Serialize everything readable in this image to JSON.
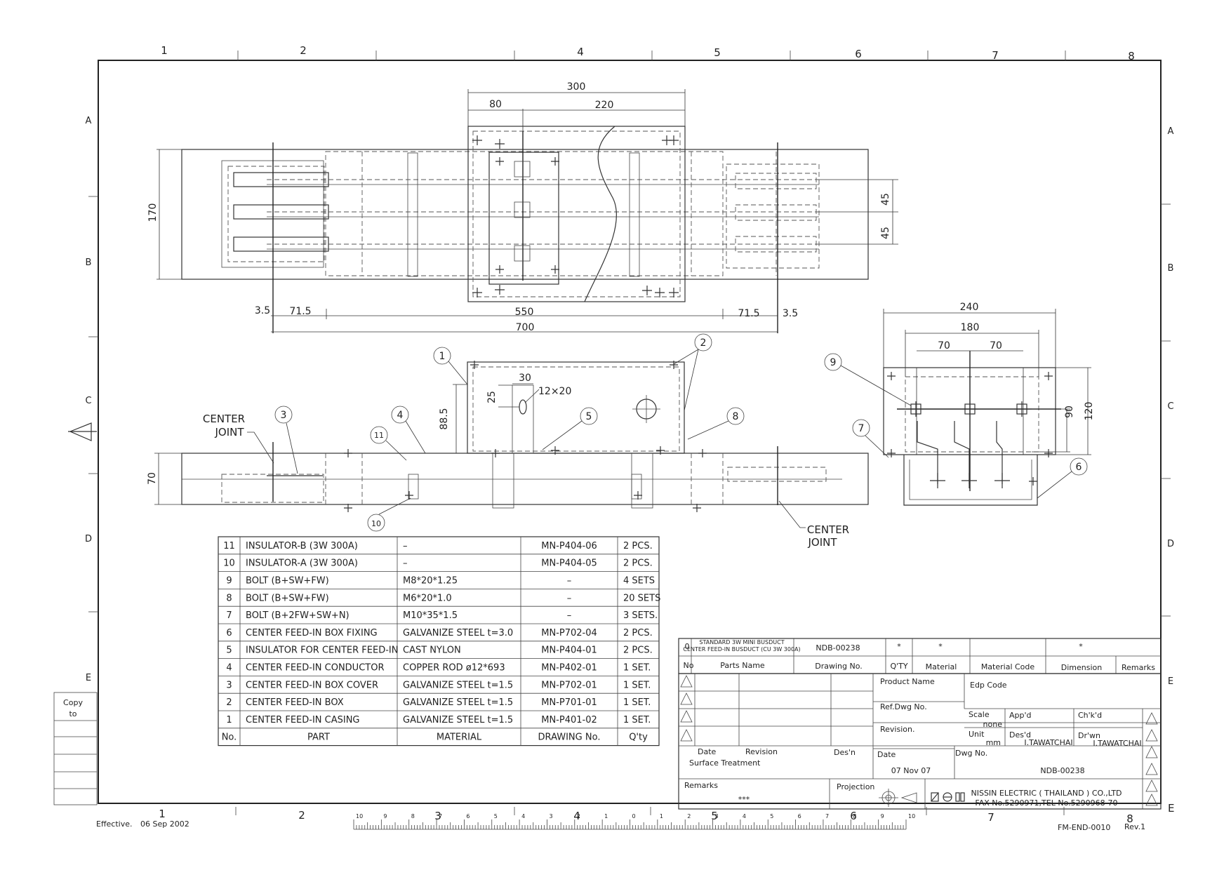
{
  "grid": {
    "columns": [
      "1",
      "2",
      "3",
      "4",
      "5",
      "6",
      "7",
      "8"
    ],
    "column_labels": [
      "1",
      "2",
      "4",
      "5",
      "6",
      "7",
      "8"
    ],
    "rows": [
      "A",
      "B",
      "C",
      "D",
      "E"
    ]
  },
  "top_view": {
    "dims": {
      "width_300": "300",
      "width_80": "80",
      "width_220": "220",
      "height_170": "170",
      "pitch_45a": "45",
      "pitch_45b": "45",
      "left_3_5": "3.5",
      "left_71_5": "71.5",
      "center_550": "550",
      "right_71_5": "71.5",
      "right_3_5": "3.5",
      "overall_700": "700"
    }
  },
  "side_view": {
    "dims": {
      "height_70": "70",
      "height_88_5": "88.5",
      "slot_30": "30",
      "slot_25": "25",
      "slot_size": "12×20"
    },
    "labels": {
      "center_joint_left_line1": "CENTER",
      "center_joint_left_line2": "JOINT",
      "center_joint_right_line1": "CENTER",
      "center_joint_right_line2": "JOINT"
    },
    "balloons": [
      "1",
      "2",
      "3",
      "4",
      "5",
      "8",
      "10",
      "11"
    ]
  },
  "end_view": {
    "dims": {
      "width_240": "240",
      "width_180": "180",
      "pitch_70a": "70",
      "pitch_70b": "70",
      "height_90": "90",
      "height_120": "120"
    },
    "balloons": [
      "6",
      "7",
      "9"
    ]
  },
  "parts_table": {
    "headers": [
      "No.",
      "PART",
      "MATERIAL",
      "DRAWING No.",
      "Q'ty"
    ],
    "rows": [
      {
        "no": "11",
        "part": "INSULATOR-B (3W 300A)",
        "material": "–",
        "drawing": "MN-P404-06",
        "qty": "2 PCS."
      },
      {
        "no": "10",
        "part": "INSULATOR-A (3W 300A)",
        "material": "–",
        "drawing": "MN-P404-05",
        "qty": "2 PCS."
      },
      {
        "no": "9",
        "part": "BOLT (B+SW+FW)",
        "material": "M8*20*1.25",
        "drawing": "–",
        "qty": "4 SETS"
      },
      {
        "no": "8",
        "part": "BOLT (B+SW+FW)",
        "material": "M6*20*1.0",
        "drawing": "–",
        "qty": "20 SETS"
      },
      {
        "no": "7",
        "part": "BOLT (B+2FW+SW+N)",
        "material": "M10*35*1.5",
        "drawing": "–",
        "qty": "3 SETS."
      },
      {
        "no": "6",
        "part": "CENTER FEED-IN BOX FIXING",
        "material": "GALVANIZE STEEL t=3.0",
        "drawing": "MN-P702-04",
        "qty": "2 PCS."
      },
      {
        "no": "5",
        "part": "INSULATOR FOR CENTER FEED-IN",
        "material": "CAST NYLON",
        "drawing": "MN-P404-01",
        "qty": "2 PCS."
      },
      {
        "no": "4",
        "part": "CENTER FEED-IN CONDUCTOR",
        "material": "COPPER ROD ø12*693",
        "drawing": "MN-P402-01",
        "qty": "1 SET."
      },
      {
        "no": "3",
        "part": "CENTER FEED-IN BOX COVER",
        "material": "GALVANIZE STEEL t=1.5",
        "drawing": "MN-P702-01",
        "qty": "1 SET."
      },
      {
        "no": "2",
        "part": "CENTER FEED-IN BOX",
        "material": "GALVANIZE STEEL t=1.5",
        "drawing": "MN-P701-01",
        "qty": "1 SET."
      },
      {
        "no": "1",
        "part": "CENTER FEED-IN CASING",
        "material": "GALVANIZE STEEL t=1.5",
        "drawing": "MN-P401-02",
        "qty": "1 SET."
      }
    ]
  },
  "title_block": {
    "item_no": "0",
    "parts_name_line1": "STANDARD 3W MINI BUSDUCT",
    "parts_name_line2": "CENTER FEED-IN BUSDUCT (CU 3W 300A)",
    "drawing_no_value": "NDB-00238",
    "qty_value": "*",
    "material_value": "*",
    "dimension_value": "*",
    "h_no": "No",
    "h_parts_name": "Parts Name",
    "h_drawing_no": "Drawing No.",
    "h_qty": "Q'TY",
    "h_material": "Material",
    "h_material_code": "Material Code",
    "h_dimension": "Dimension",
    "h_remarks": "Remarks",
    "product_name": "Product Name",
    "edp_code": "Edp Code",
    "ref_dwg_no": "Ref.Dwg No.",
    "revision": "Revision.",
    "scale": "Scale",
    "scale_value": "none",
    "unit": "Unit",
    "unit_value": "mm",
    "appd": "App'd",
    "chkd": "Ch'k'd",
    "desd": "Des'd",
    "desd_value": "I.TAWATCHAI",
    "drwn": "Dr'wn",
    "drwn_value": "I.TAWATCHAI",
    "date": "Date",
    "date_value": "07 Nov 07",
    "dwg_no": "Dwg No.",
    "dwg_no_value": "NDB-00238",
    "rev_date": "Date",
    "rev_revision": "Revision",
    "rev_desn": "Des'n",
    "surface_treatment": "Surface Treatment",
    "remarks": "Remarks",
    "remarks_value": "***",
    "projection": "Projection",
    "company": "NISSIN ELECTRIC ( THAILAND ) CO.,LTD",
    "contact": "FAX No.5290971,TEL No.5290968-70"
  },
  "copy_to": {
    "line1": "Copy",
    "line2": "to"
  },
  "footer": {
    "effective_label": "Effective.",
    "effective_date": "06 Sep 2002",
    "form_no": "FM-END-0010",
    "rev": "Rev.1",
    "ruler_labels": [
      "10",
      "9",
      "8",
      "7",
      "6",
      "5",
      "4",
      "3",
      "2",
      "1",
      "0",
      "1",
      "2",
      "3",
      "4",
      "5",
      "6",
      "7",
      "8",
      "9",
      "10"
    ],
    "bottom_cols": [
      "1",
      "2",
      "3",
      "4",
      "5",
      "6",
      "7",
      "8"
    ],
    "bottom_right_label": "E"
  }
}
